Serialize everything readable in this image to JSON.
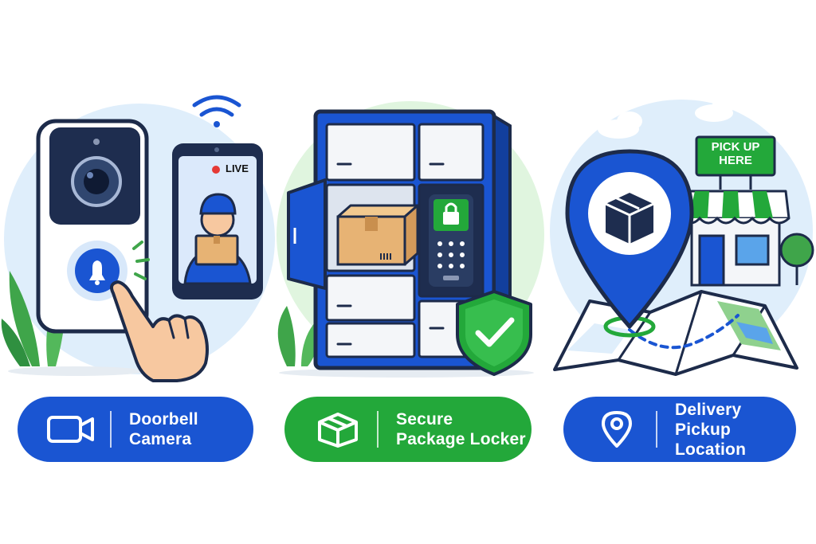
{
  "scene": {
    "live_label": "LIVE",
    "sign_lines": [
      "PICK UP",
      "HERE"
    ]
  },
  "cards": [
    {
      "id": "doorbell",
      "icon": "video-camera-icon",
      "line1": "Doorbell",
      "line2": "Camera",
      "color": "#1a55d2"
    },
    {
      "id": "locker",
      "icon": "package-box-icon",
      "line1": "Secure",
      "line2": "Package Locker",
      "color": "#23a83a"
    },
    {
      "id": "pickup",
      "icon": "location-pin-icon",
      "line1": "Delivery",
      "line2": "Pickup Location",
      "color": "#1a55d2"
    }
  ]
}
